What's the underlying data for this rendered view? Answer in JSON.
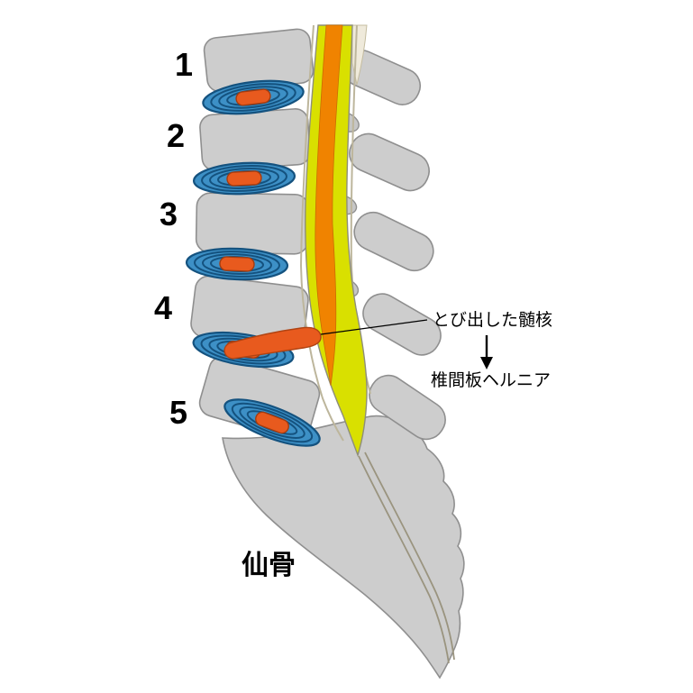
{
  "labels": {
    "vertebrae": [
      "1",
      "2",
      "3",
      "4",
      "5"
    ],
    "sacrum": "仙骨",
    "protruded_nucleus": "とび出した髄核",
    "hernia": "椎間板ヘルニア"
  },
  "colors": {
    "bone_gray": "#cdcdcd",
    "bone_outline": "#8f8f8f",
    "disc_fill_blue": "#3d90c6",
    "disc_ring_blue": "#14527f",
    "nucleus_orange": "#e85a1e",
    "spinal_cord_orange": "#f08300",
    "dural_sac_yellow": "#d9e000",
    "text": "#000000",
    "background": "#ffffff"
  }
}
